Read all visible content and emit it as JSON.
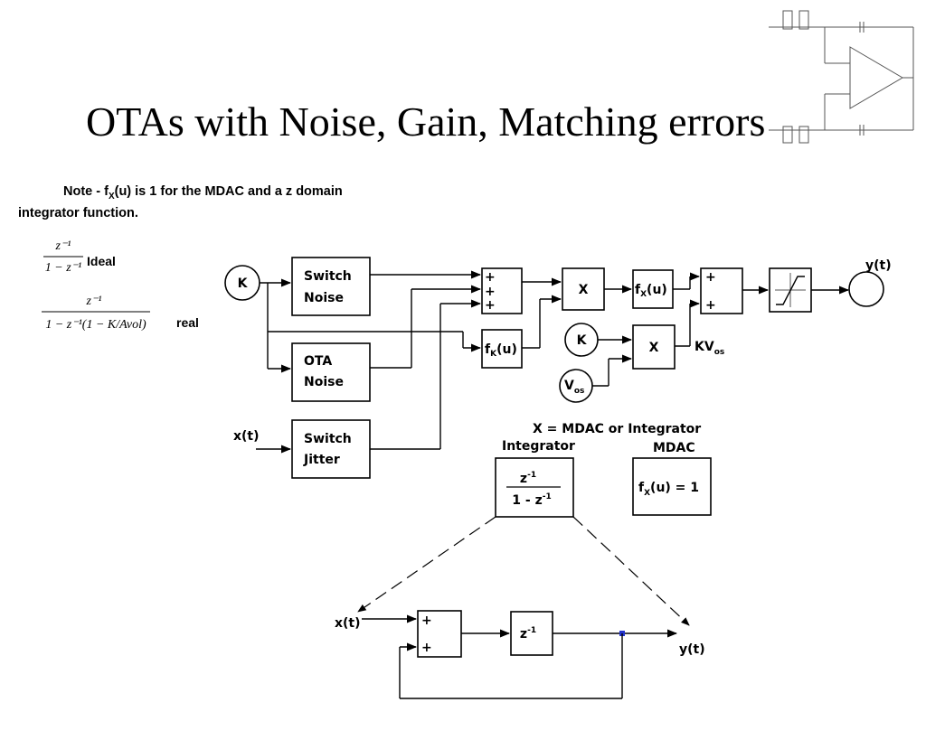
{
  "title": "OTAs with Noise, Gain, Matching errors",
  "note": {
    "prefix": "Note - f",
    "sub": "X",
    "rest": "(u) is 1 for the MDAC and a z domain integrator function."
  },
  "equations": {
    "ideal_num": "z⁻¹",
    "ideal_den": "1 − z⁻¹",
    "ideal_label": "Ideal",
    "real_num": "z⁻¹",
    "real_den": "1 − z⁻¹(1 − K/Avol)",
    "real_label": "real"
  },
  "diagram": {
    "k_input": "K",
    "switch_noise": [
      "Switch",
      "Noise"
    ],
    "ota_noise": [
      "OTA",
      "Noise"
    ],
    "switch_jitter": [
      "Switch",
      "Jitter"
    ],
    "x_input": "x(t)",
    "sum1_signs": [
      "+",
      "+",
      "+"
    ],
    "x_block": "X",
    "fx_block": "f",
    "fx_sub": "X",
    "fx_arg": "(u)",
    "fk_block": "f",
    "fk_sub": "K",
    "fk_arg": "(u)",
    "k2": "K",
    "x2_block": "X",
    "vos": "V",
    "vos_sub": "os",
    "kvos": "KV",
    "kvos_sub": "os",
    "sum2_signs": [
      "+",
      "+"
    ],
    "y_output": "y(t)"
  },
  "legend": {
    "title": "X = MDAC or Integrator",
    "integrator_label": "Integrator",
    "mdac_label": "MDAC",
    "integrator_num": "z",
    "integrator_num_sup": "-1",
    "integrator_den": "1 - z",
    "integrator_den_sup": "-1",
    "mdac_expr_f": "f",
    "mdac_expr_sub": "X",
    "mdac_expr_rest": "(u) = 1"
  },
  "integrator_detail": {
    "x_input": "x(t)",
    "sum_signs": [
      "+",
      "+"
    ],
    "delay": "z",
    "delay_sup": "-1",
    "y_output": "y(t)"
  }
}
